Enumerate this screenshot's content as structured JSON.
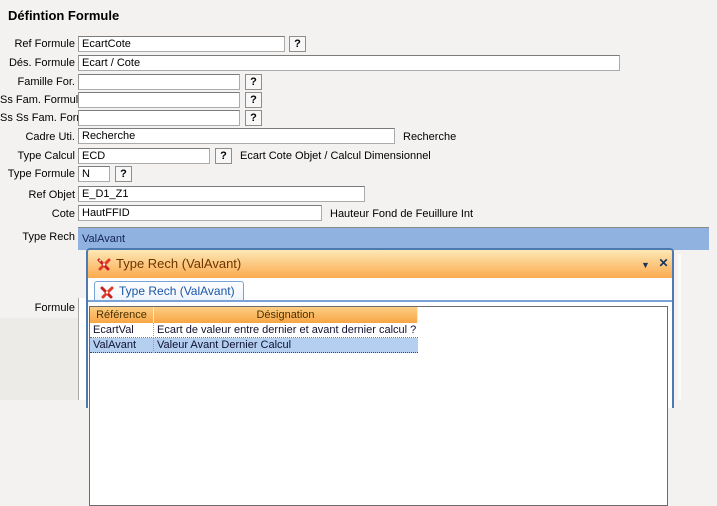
{
  "title": "Défintion Formule",
  "help_button": "?",
  "fields": [
    {
      "label": "Ref Formule",
      "value": "EcartCote"
    },
    {
      "label": "Dés. Formule",
      "value": "Ecart / Cote"
    },
    {
      "label": "Famille For.",
      "value": ""
    },
    {
      "label": "Ss Fam. Formule",
      "value": ""
    },
    {
      "label": "Ss Ss Fam. Form",
      "value": ""
    },
    {
      "label": "Cadre Uti.",
      "value": "Recherche",
      "suffix": "Recherche"
    },
    {
      "label": "Type Calcul",
      "value": "ECD",
      "suffix": "Ecart Cote Objet / Calcul Dimensionnel"
    },
    {
      "label": "Type Formule",
      "value": "N"
    },
    {
      "label": "Ref Objet",
      "value": "E_D1_Z1"
    },
    {
      "label": "Cote",
      "value": "HautFFID",
      "suffix": "Hauteur Fond de Feuillure Int"
    },
    {
      "label": "Type Rech",
      "value": "ValAvant"
    },
    {
      "label": "Formule"
    }
  ],
  "popup": {
    "title": "Type Rech (ValAvant)",
    "minimize_glyph": "▼",
    "close_glyph": "✕",
    "tab_label": "Type Rech (ValAvant)",
    "table": {
      "columns": [
        "Référence",
        "Désignation"
      ],
      "rows": [
        {
          "reference": "EcartVal",
          "designation": "Ecart de valeur entre dernier et avant dernier calcul ?"
        },
        {
          "reference": "ValAvant",
          "designation": "Valeur Avant Dernier Calcul"
        }
      ],
      "selected_reference": "ValAvant"
    }
  },
  "colors": {
    "selection_row": "#8fb2e0",
    "popup_border": "#4f7ab0",
    "titlebar_top": "#fde8b5",
    "titlebar_bottom": "#fbaa4e",
    "title_text": "#6f3400",
    "tab_text": "#1a56a8",
    "grid_header_top": "#fcce85",
    "grid_header_bottom": "#f8a543",
    "grid_selected_row": "#b4cff0"
  }
}
